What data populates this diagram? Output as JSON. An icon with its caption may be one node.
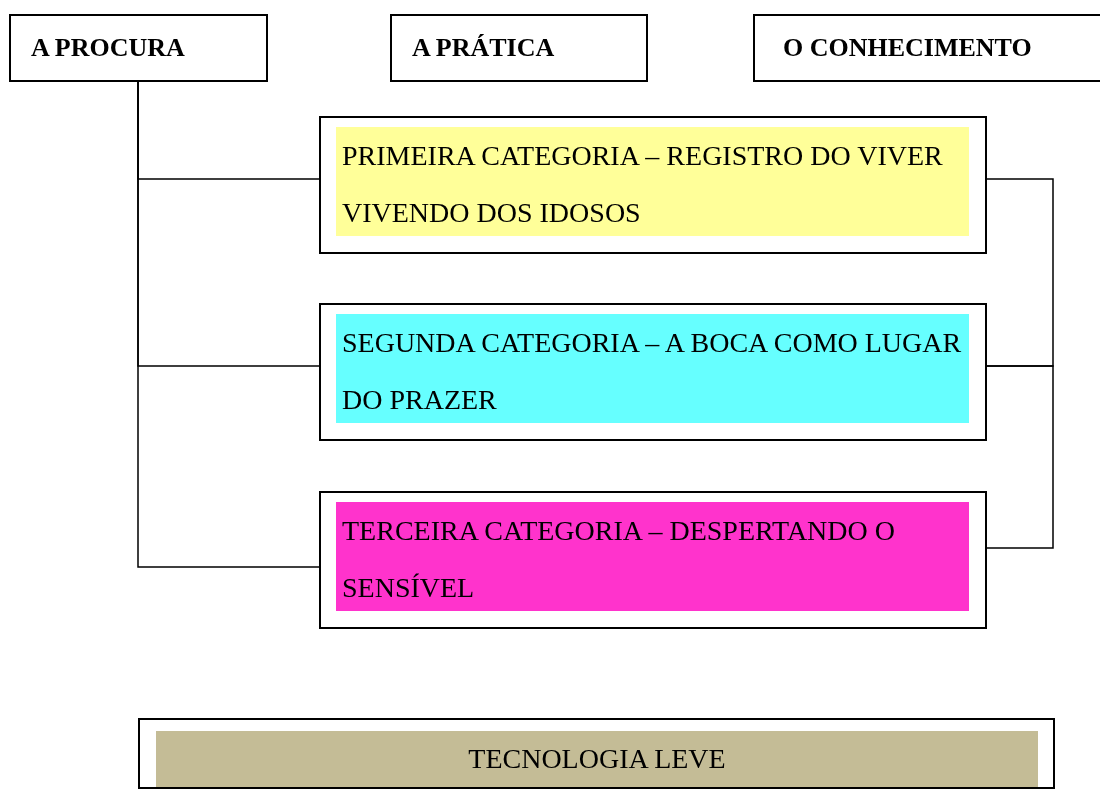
{
  "diagram": {
    "nodes": [
      {
        "text": [
          "A PROCURA"
        ]
      },
      {
        "text": [
          "A PRÁTICA"
        ]
      },
      {
        "text": [
          "O CONHECIMENTO"
        ]
      },
      {
        "text": [
          "PRIMEIRA CATEGORIA – REGISTRO DO VIVER VIVENDO DOS IDOSOS"
        ]
      },
      {
        "text": [
          "SEGUNDA CATEGORIA – A BOCA COMO LUGAR DO PRAZER"
        ]
      },
      {
        "text": [
          "TERCEIRA CATEGORIA – DESPERTANDO O SENSÍVEL"
        ]
      },
      {
        "text": [
          "TECNOLOGIA LEVE"
        ]
      }
    ],
    "edges": [
      {
        "from": 0,
        "to": 3,
        "arrow": "none"
      },
      {
        "from": 0,
        "to": 4,
        "arrow": "none"
      },
      {
        "from": 0,
        "to": 5,
        "arrow": "none"
      },
      {
        "from": 3,
        "to": 4,
        "arrow": "none"
      },
      {
        "from": 4,
        "to": 5,
        "arrow": "none"
      }
    ]
  }
}
